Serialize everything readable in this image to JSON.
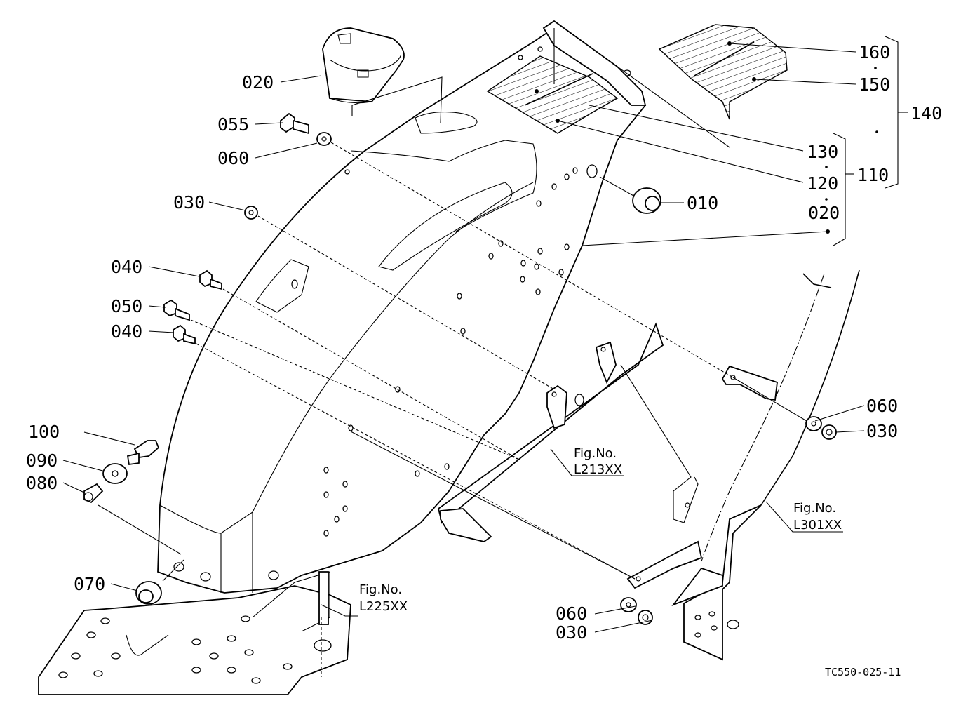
{
  "diagram": {
    "labels": [
      {
        "id": "020-top",
        "text": "020"
      },
      {
        "id": "055",
        "text": "055"
      },
      {
        "id": "060-top",
        "text": "060"
      },
      {
        "id": "030-top",
        "text": "030"
      },
      {
        "id": "040-a",
        "text": "040"
      },
      {
        "id": "050",
        "text": "050"
      },
      {
        "id": "040-b",
        "text": "040"
      },
      {
        "id": "100",
        "text": "100"
      },
      {
        "id": "090",
        "text": "090"
      },
      {
        "id": "080",
        "text": "080"
      },
      {
        "id": "070",
        "text": "070"
      },
      {
        "id": "010",
        "text": "010"
      },
      {
        "id": "160",
        "text": "160"
      },
      {
        "id": "150",
        "text": "150"
      },
      {
        "id": "140",
        "text": "140"
      },
      {
        "id": "130",
        "text": "130"
      },
      {
        "id": "120",
        "text": "120"
      },
      {
        "id": "110",
        "text": "110"
      },
      {
        "id": "020-right",
        "text": "020"
      },
      {
        "id": "060-mid",
        "text": "060"
      },
      {
        "id": "030-mid",
        "text": "030"
      },
      {
        "id": "060-bot",
        "text": "060"
      },
      {
        "id": "030-bot",
        "text": "030"
      }
    ],
    "fig_refs": [
      {
        "id": "L213XX",
        "line1": "Fig.No.",
        "line2": "L213XX"
      },
      {
        "id": "L301XX",
        "line1": "Fig.No.",
        "line2": "L301XX"
      },
      {
        "id": "L225XX",
        "line1": "Fig.No.",
        "line2": "L225XX"
      }
    ],
    "drawing_code": "TC550-025-11"
  }
}
